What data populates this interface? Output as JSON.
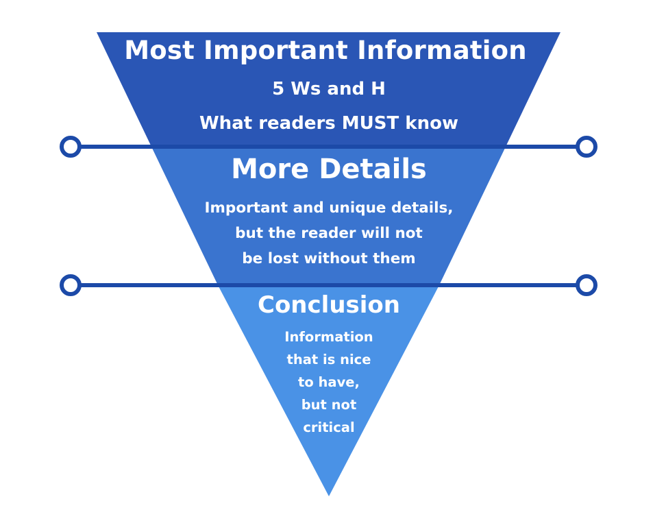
{
  "colors": {
    "top_band": "#2a56b5",
    "middle_band": "#3a74cf",
    "bottom_band": "#4a92e6",
    "divider_line": "#1c4aa8",
    "text": "#ffffff"
  },
  "sections": [
    {
      "title": "Most Important Information",
      "lines": [
        "5 Ws and H",
        "What readers MUST know"
      ]
    },
    {
      "title": "More Details",
      "lines": [
        "Important and unique details,",
        "but the reader will not",
        "be lost without them"
      ]
    },
    {
      "title": "Conclusion",
      "lines": [
        "Information",
        "that is nice",
        "to have,",
        "but not",
        "critical"
      ]
    }
  ]
}
